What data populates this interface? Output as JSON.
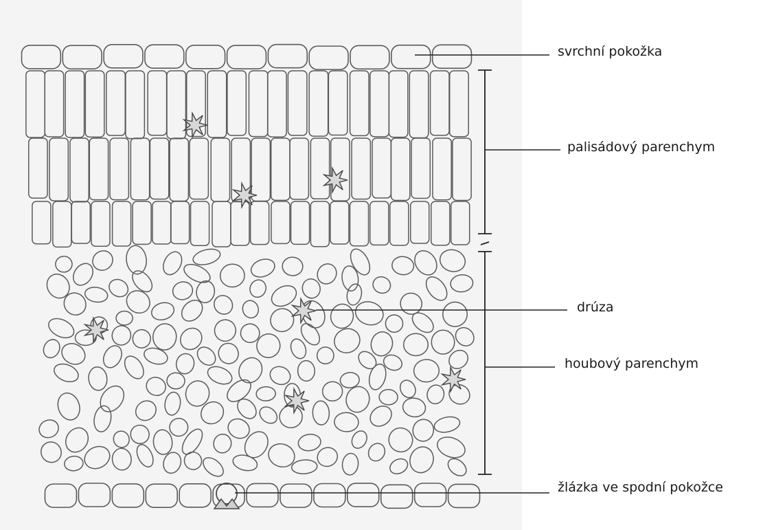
{
  "labels": {
    "upper_epidermis": "svrchní pokožka",
    "palisade_parenchyma": "palisádový parenchym",
    "druse": "drúza",
    "spongy_parenchyma": "houbový parenchym",
    "gland_lower_epidermis": "žlázka ve spodní pokožce"
  },
  "colors": {
    "pencil": "#5a5a5a",
    "paper": "#f4f4f4",
    "leader_line": "#222222"
  }
}
